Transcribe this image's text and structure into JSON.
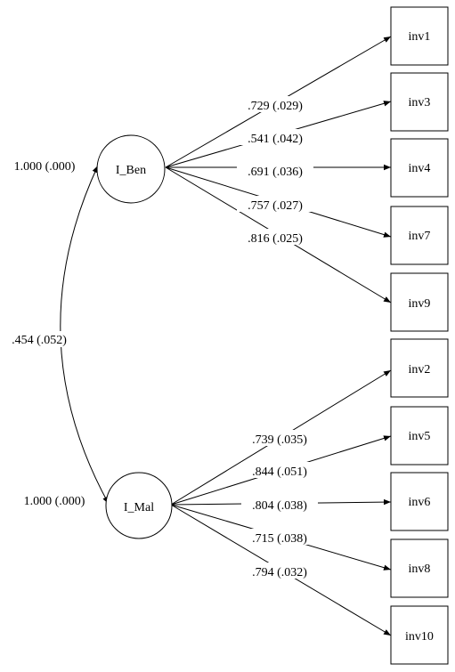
{
  "factors": {
    "ben": {
      "label": "I_Ben",
      "variance": "1.000 (.000)"
    },
    "mal": {
      "label": "I_Mal",
      "variance": "1.000 (.000)"
    }
  },
  "covariance": {
    "label": ".454 (.052)"
  },
  "indicators": {
    "inv1": "inv1",
    "inv3": "inv3",
    "inv4": "inv4",
    "inv7": "inv7",
    "inv9": "inv9",
    "inv2": "inv2",
    "inv5": "inv5",
    "inv6": "inv6",
    "inv8": "inv8",
    "inv10": "inv10"
  },
  "loadings": {
    "ben_inv1": ".729 (.029)",
    "ben_inv3": ".541 (.042)",
    "ben_inv4": ".691 (.036)",
    "ben_inv7": ".757 (.027)",
    "ben_inv9": ".816 (.025)",
    "mal_inv2": ".739 (.035)",
    "mal_inv5": ".844 (.051)",
    "mal_inv6": ".804 (.038)",
    "mal_inv8": ".715 (.038)",
    "mal_inv10": ".794 (.032)"
  }
}
